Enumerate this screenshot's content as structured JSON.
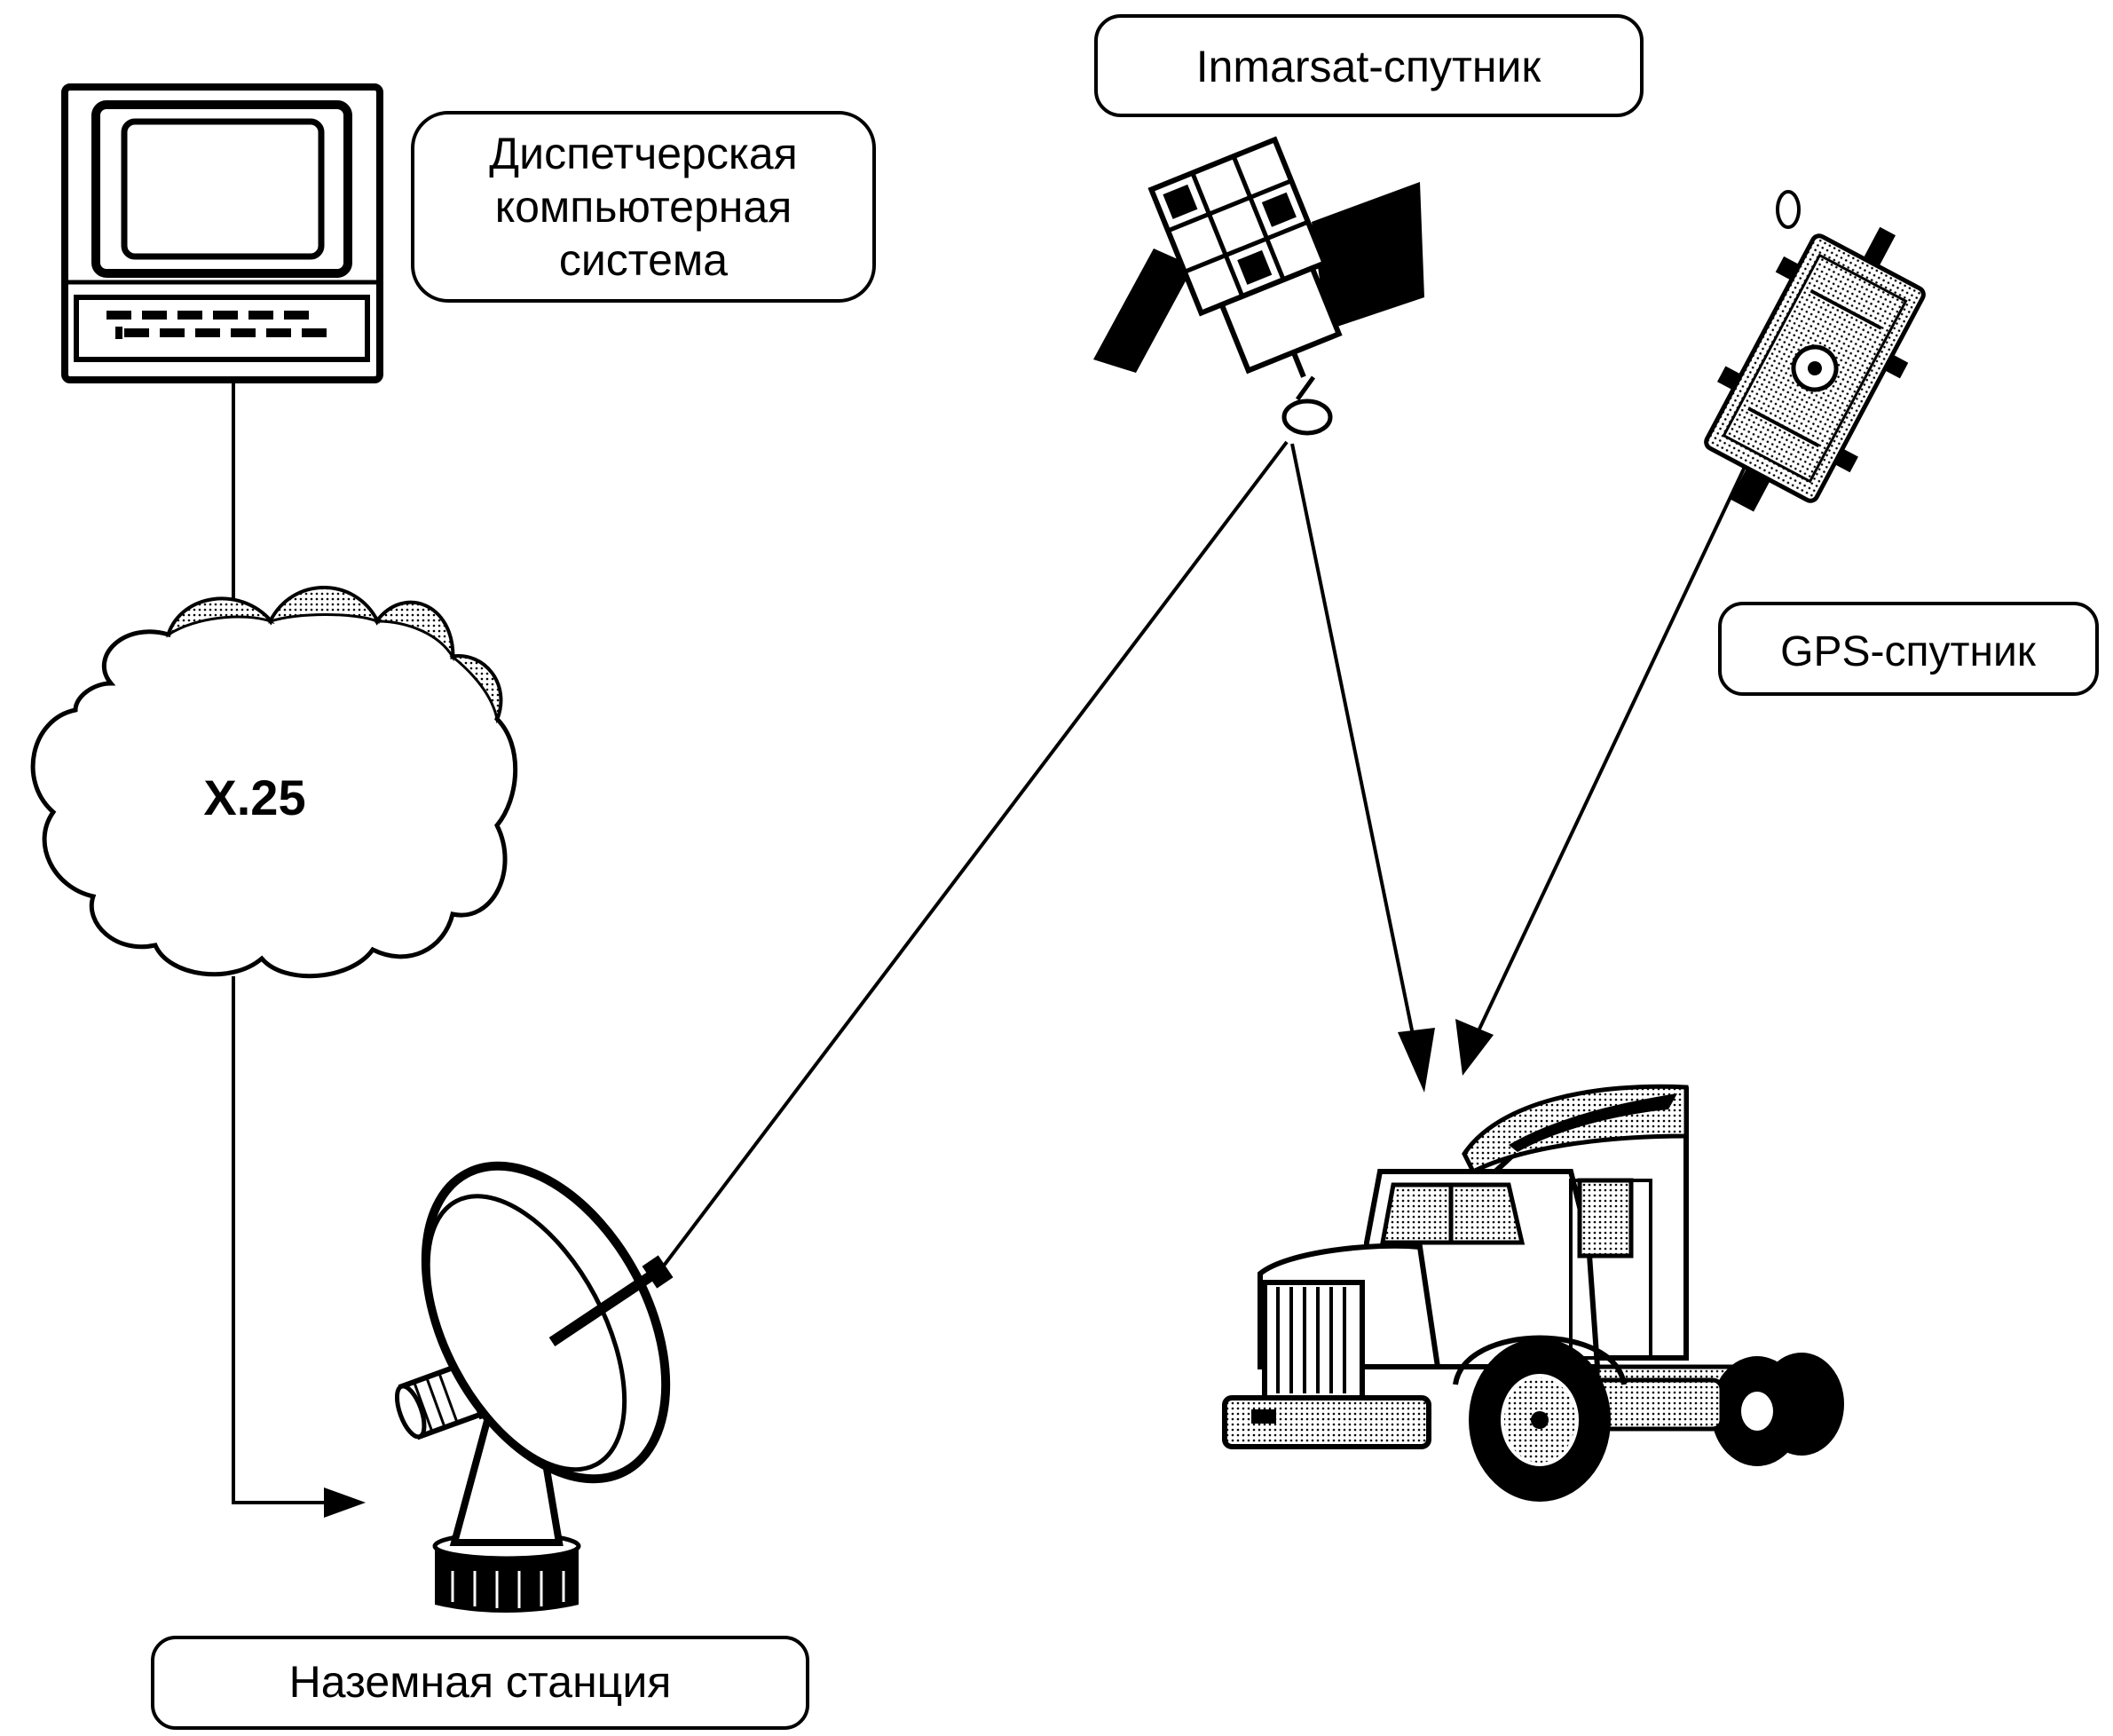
{
  "labels": {
    "dispatch_line1": "Диспетчерская",
    "dispatch_line2": "компьютерная",
    "dispatch_line3": "система",
    "inmarsat": "Inmarsat-спутник",
    "gps": "GPS-спутник",
    "network": "X.25",
    "ground_station": "Наземная станция"
  },
  "colors": {
    "ink": "#000000",
    "paper": "#ffffff",
    "shade": "#9a9a9a"
  },
  "icons": [
    "computer-icon",
    "cloud-icon",
    "inmarsat-satellite-icon",
    "gps-satellite-icon",
    "satellite-dish-icon",
    "truck-icon"
  ]
}
